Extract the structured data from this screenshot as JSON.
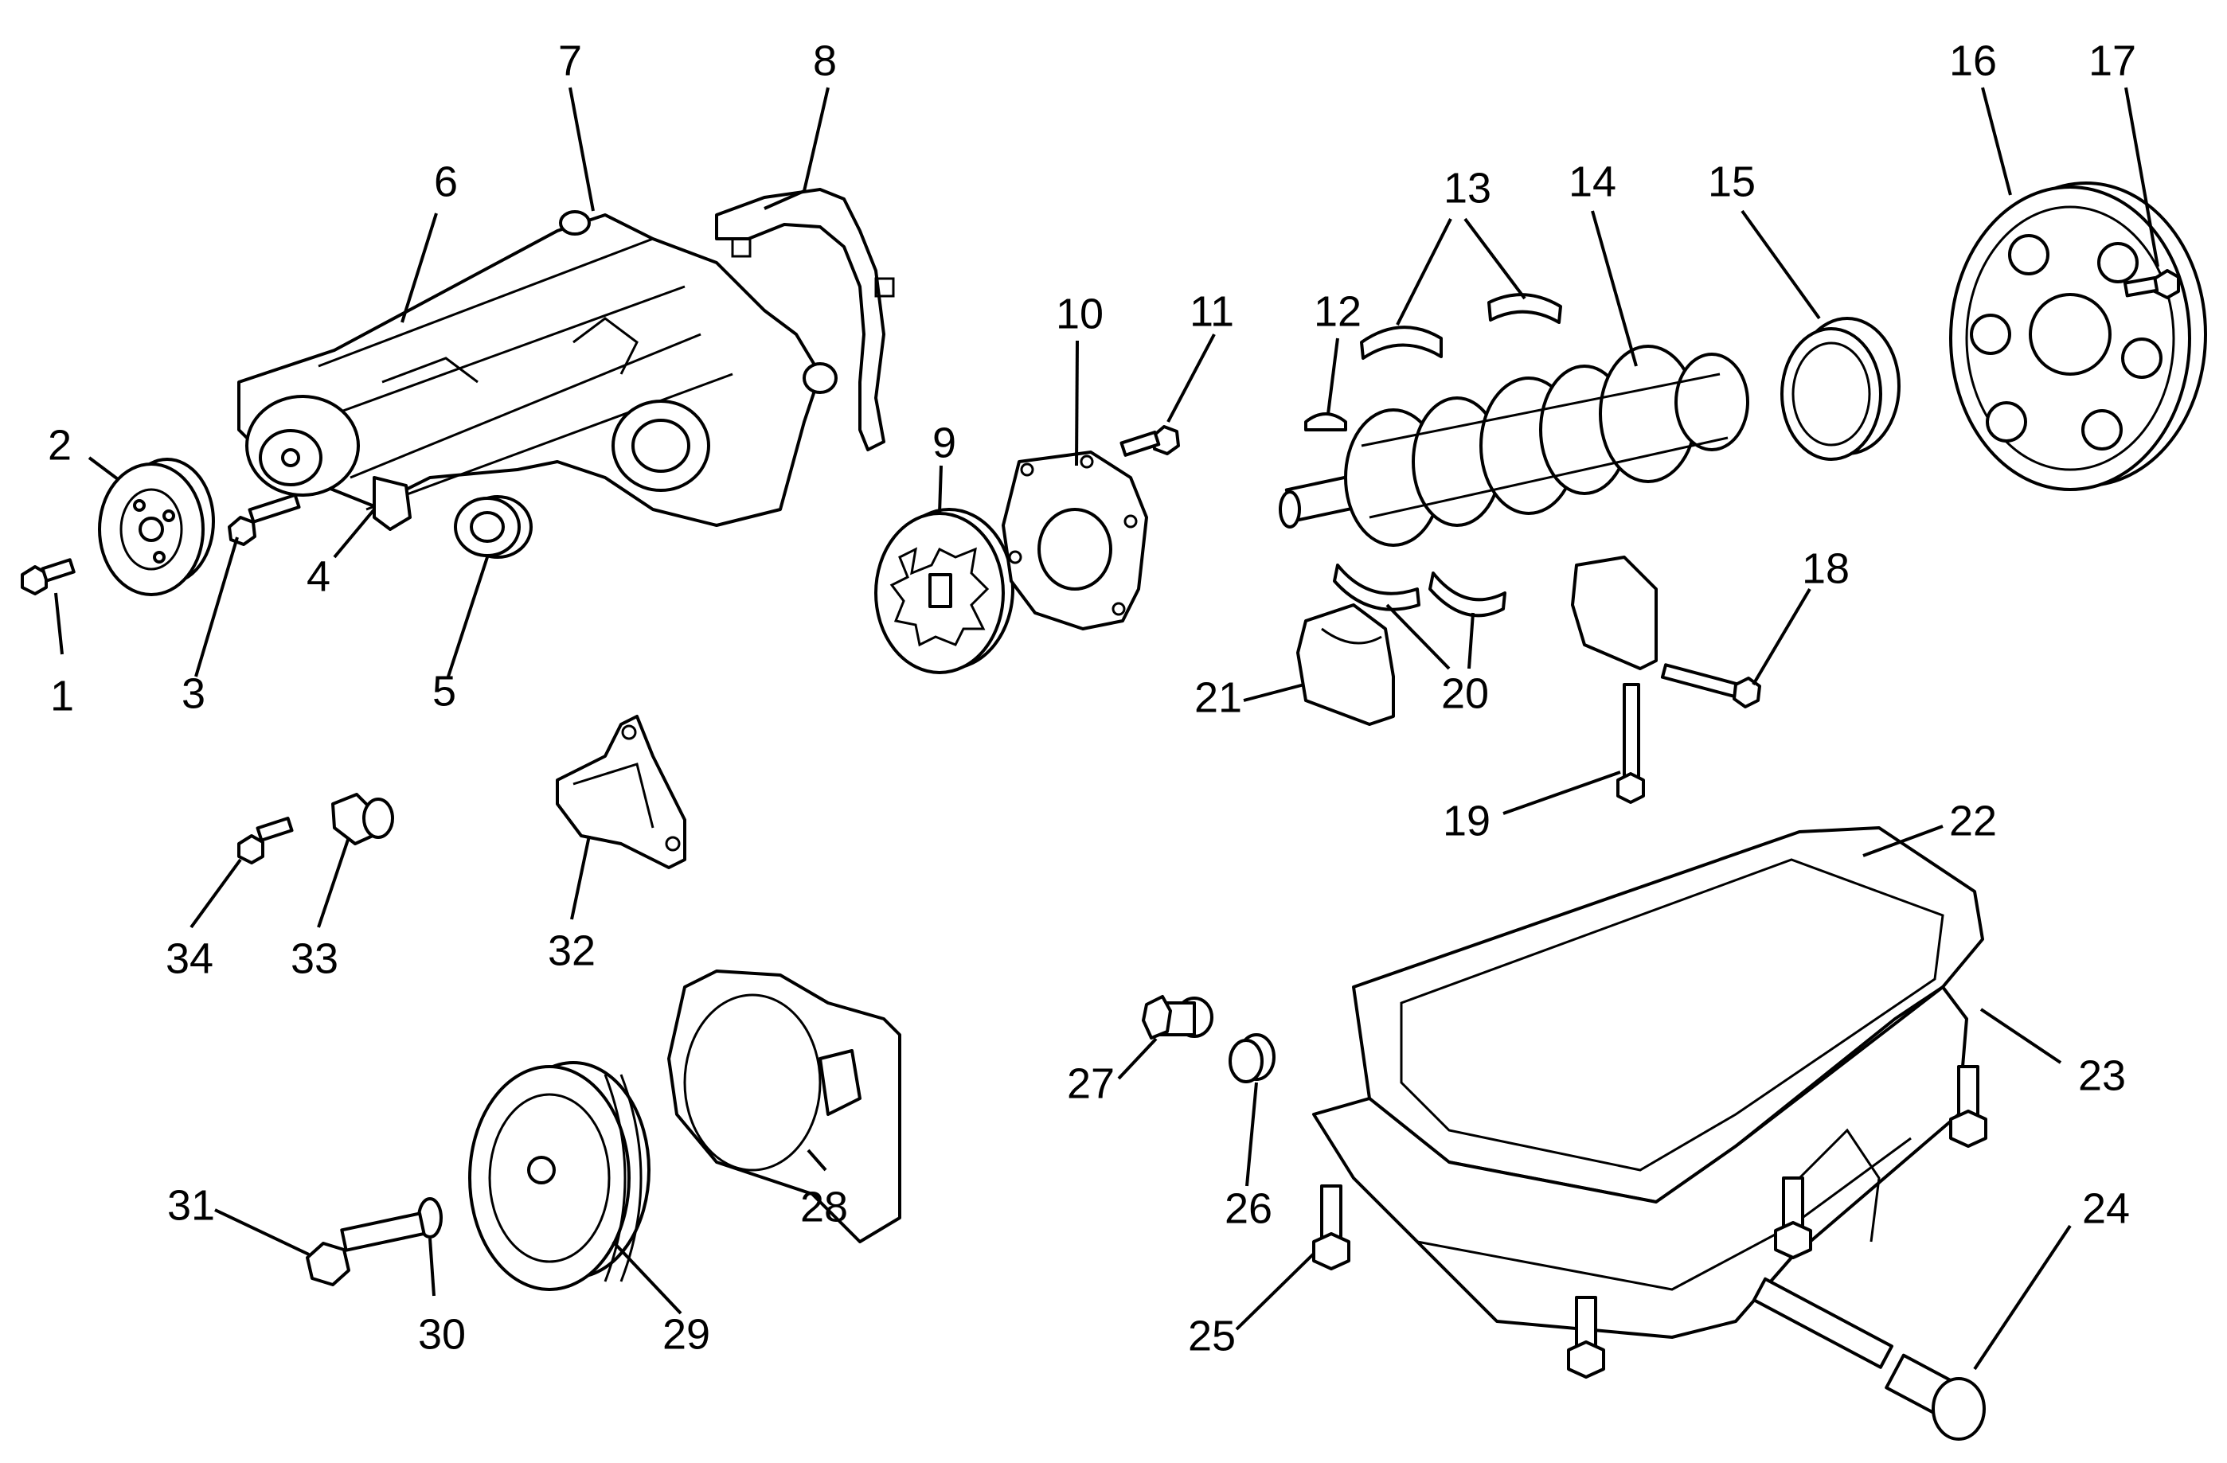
{
  "callouts": [
    {
      "id": "1",
      "label": "1"
    },
    {
      "id": "2",
      "label": "2"
    },
    {
      "id": "3",
      "label": "3"
    },
    {
      "id": "4",
      "label": "4"
    },
    {
      "id": "5",
      "label": "5"
    },
    {
      "id": "6",
      "label": "6"
    },
    {
      "id": "7",
      "label": "7"
    },
    {
      "id": "8",
      "label": "8"
    },
    {
      "id": "9",
      "label": "9"
    },
    {
      "id": "10",
      "label": "10"
    },
    {
      "id": "11",
      "label": "11"
    },
    {
      "id": "12",
      "label": "12"
    },
    {
      "id": "13",
      "label": "13"
    },
    {
      "id": "14",
      "label": "14"
    },
    {
      "id": "15",
      "label": "15"
    },
    {
      "id": "16",
      "label": "16"
    },
    {
      "id": "17",
      "label": "17"
    },
    {
      "id": "18",
      "label": "18"
    },
    {
      "id": "19",
      "label": "19"
    },
    {
      "id": "20",
      "label": "20"
    },
    {
      "id": "21",
      "label": "21"
    },
    {
      "id": "22",
      "label": "22"
    },
    {
      "id": "23",
      "label": "23"
    },
    {
      "id": "24",
      "label": "24"
    },
    {
      "id": "25",
      "label": "25"
    },
    {
      "id": "26",
      "label": "26"
    },
    {
      "id": "27",
      "label": "27"
    },
    {
      "id": "28",
      "label": "28"
    },
    {
      "id": "29",
      "label": "29"
    },
    {
      "id": "30",
      "label": "30"
    },
    {
      "id": "31",
      "label": "31"
    },
    {
      "id": "32",
      "label": "32"
    },
    {
      "id": "33",
      "label": "33"
    },
    {
      "id": "34",
      "label": "34"
    }
  ]
}
